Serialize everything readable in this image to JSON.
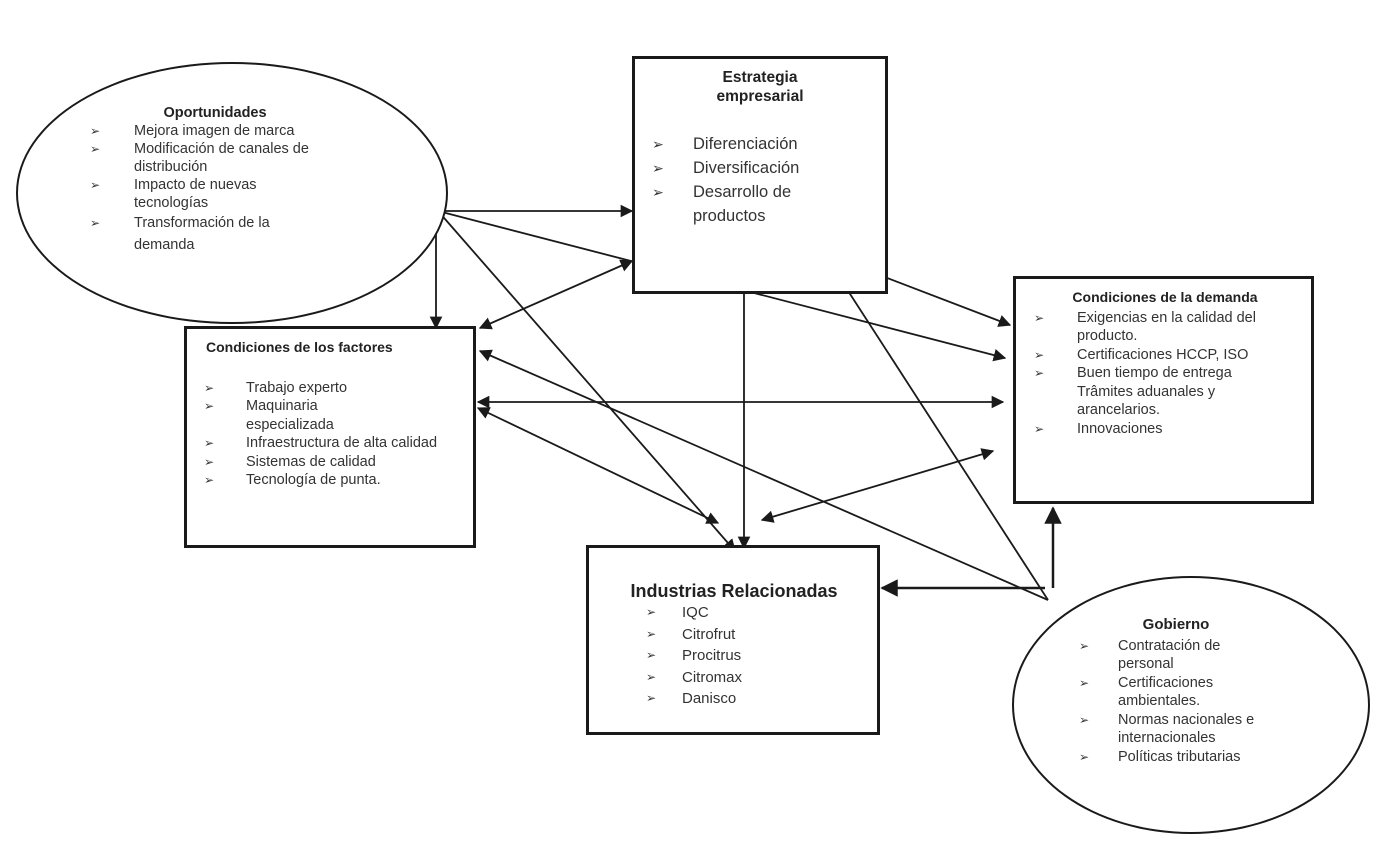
{
  "diagram": {
    "bullet_glyph": "➢",
    "nodes": {
      "oportunidades": {
        "title": "Oportunidades",
        "items": [
          "Mejora  imagen de marca",
          "Modificación de canales de distribución",
          "Impacto de nuevas tecnologías",
          "Transformación de la demanda"
        ]
      },
      "estrategia": {
        "title_line1": "Estrategia",
        "title_line2": "empresarial",
        "items": [
          "Diferenciación",
          "Diversificación",
          "Desarrollo de productos"
        ]
      },
      "demanda": {
        "title": "Condiciones de la demanda",
        "items": [
          "Exigencias  en la calidad del producto.",
          "Certificaciones  HCCP, ISO",
          "Buen tiempo de entrega Trâmites aduanales y arancelarios.",
          "Innovaciones"
        ]
      },
      "factores": {
        "title": "Condiciones de los factores",
        "items": [
          "Trabajo  experto",
          "Maquinaria especializada",
          "Infraestructura  de  alta calidad",
          "Sistemas de calidad",
          "Tecnología de punta."
        ]
      },
      "industrias": {
        "title": "Industrias Relacionadas",
        "items": [
          "IQC",
          "Citrofrut",
          "Procitrus",
          "Citromax",
          "Danisco"
        ]
      },
      "gobierno": {
        "title": "Gobierno",
        "items": [
          "Contratación de personal",
          "Certificaciones ambientales.",
          "Normas nacionales e internacionales",
          "Políticas tributarias"
        ]
      }
    },
    "edges": [
      {
        "from": "oportunidades",
        "to": "estrategia",
        "direction": "forward"
      },
      {
        "from": "oportunidades",
        "to": "factores",
        "direction": "forward"
      },
      {
        "from": "oportunidades",
        "to": "demanda",
        "direction": "forward"
      },
      {
        "from": "oportunidades",
        "to": "industrias",
        "direction": "forward"
      },
      {
        "from": "factores",
        "to": "estrategia",
        "direction": "both"
      },
      {
        "from": "factores",
        "to": "demanda",
        "direction": "both"
      },
      {
        "from": "factores",
        "to": "industrias",
        "direction": "both"
      },
      {
        "from": "estrategia",
        "to": "industrias",
        "direction": "both"
      },
      {
        "from": "estrategia",
        "to": "demanda",
        "direction": "both"
      },
      {
        "from": "industrias",
        "to": "demanda",
        "direction": "both"
      },
      {
        "from": "gobierno",
        "to": "factores",
        "direction": "forward"
      },
      {
        "from": "gobierno",
        "to": "estrategia",
        "direction": "forward"
      },
      {
        "from": "gobierno",
        "to": "industrias",
        "direction": "forward"
      },
      {
        "from": "gobierno",
        "to": "demanda",
        "direction": "forward"
      }
    ]
  }
}
